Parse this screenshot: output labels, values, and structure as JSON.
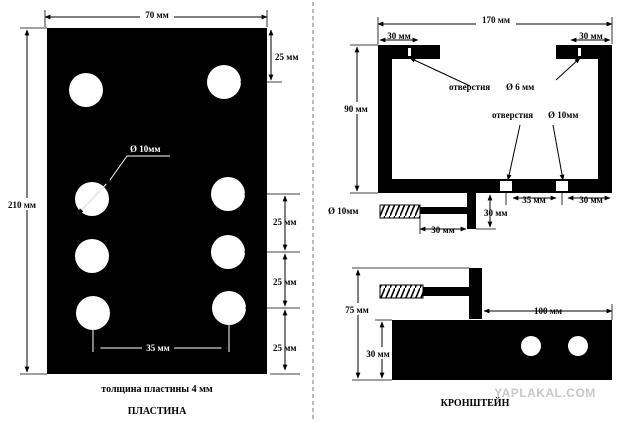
{
  "plate": {
    "dim_width": "70 мм",
    "dim_height": "210 мм",
    "dim_top": "25 мм",
    "dim_spacing_1": "25 мм",
    "dim_spacing_2": "25 мм",
    "dim_spacing_3": "25 мм",
    "hole_diameter": "Ø 10мм",
    "dim_hole_spacing": "35 мм",
    "thickness_caption": "толщина пластины 4 мм",
    "title": "ПЛАСТИНА"
  },
  "bracket": {
    "dim_total_width": "170 мм",
    "dim_left_flange": "30 мм",
    "dim_right_flange": "30 мм",
    "dim_height": "90 мм",
    "holes_top_label": "отверстия",
    "holes_top_size": "Ø 6 мм",
    "holes_bottom_label": "отверстия",
    "holes_bottom_size": "Ø 10мм",
    "dim_bottom_mid": "35 мм",
    "dim_bottom_right": "30 мм",
    "rod_diameter": "Ø 10мм",
    "dim_rod_height": "30 мм",
    "dim_rod_length": "30 мм",
    "dim_side_height": "75 мм",
    "dim_side_length": "100 мм",
    "dim_side_thickness": "30 мм",
    "title": "КРОНШТЕЙН"
  },
  "watermark": "YAPLAKAL.COM"
}
